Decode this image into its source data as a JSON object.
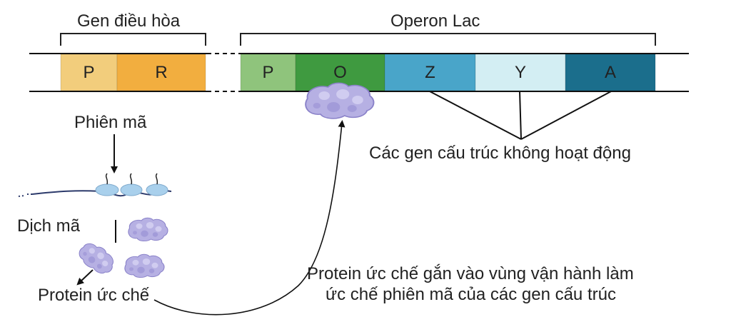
{
  "regulatory_bracket_label": "Gen điều hòa",
  "operon_bracket_label": "Operon Lac",
  "genes": {
    "P_reg": {
      "label": "P",
      "color": "#f2cd7c"
    },
    "R": {
      "label": "R",
      "color": "#f2ae3f"
    },
    "P_op": {
      "label": "P",
      "color": "#8fc47c"
    },
    "O": {
      "label": "O",
      "color": "#3f9a40"
    },
    "Z": {
      "label": "Z",
      "color": "#49a5c9"
    },
    "Y": {
      "label": "Y",
      "color": "#d3eef3"
    },
    "A": {
      "label": "A",
      "color": "#1b6e8c"
    }
  },
  "structural_note": "Các gen cấu trúc không hoạt động",
  "transcription_label": "Phiên mã",
  "translation_label": "Dịch mã",
  "repressor_label": "Protein ức chế",
  "binding_note": {
    "line1": "Protein ức chế gắn vào vùng vận hành làm",
    "line2": "ức chế phiên mã của các gen cấu trúc"
  },
  "colors": {
    "protein_fill": "#b6b0e3",
    "protein_stroke": "#8a82c9",
    "ribosome": "#a9d0ec",
    "mrna": "#2c3a6b"
  }
}
